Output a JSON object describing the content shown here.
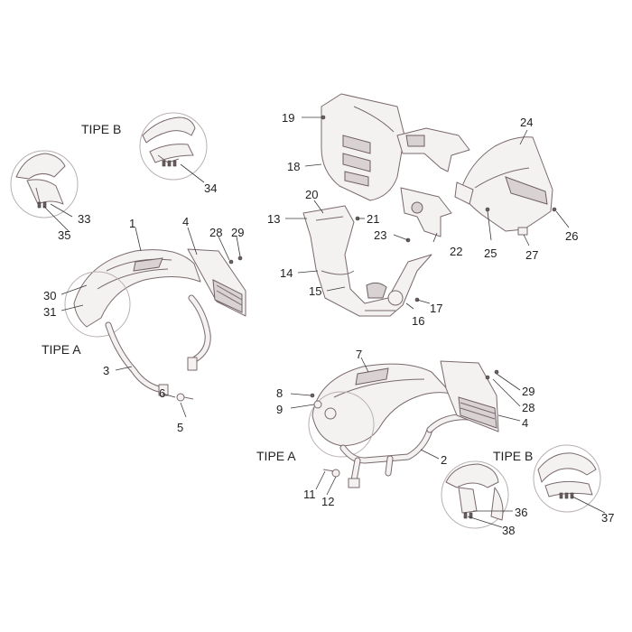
{
  "callouts": {
    "c1": "1",
    "c2": "2",
    "c3": "3",
    "c4a": "4",
    "c4b": "4",
    "c5": "5",
    "c6": "6",
    "c7": "7",
    "c8": "8",
    "c9": "9",
    "c11": "11",
    "c12": "12",
    "c13": "13",
    "c14": "14",
    "c15": "15",
    "c16": "16",
    "c17": "17",
    "c18": "18",
    "c19": "19",
    "c20": "20",
    "c21": "21",
    "c22": "22",
    "c23": "23",
    "c24": "24",
    "c25": "25",
    "c26": "26",
    "c27": "27",
    "c28a": "28",
    "c28b": "28",
    "c29a": "29",
    "c29b": "29",
    "c30": "30",
    "c31": "31",
    "c33": "33",
    "c34": "34",
    "c35": "35",
    "c36": "36",
    "c37": "37",
    "c38": "38"
  },
  "variant_labels": {
    "tipe_b_top": "TIPE B",
    "tipe_a_left": "TIPE A",
    "tipe_a_bottom": "TIPE A",
    "tipe_b_bottom": "TIPE B"
  }
}
